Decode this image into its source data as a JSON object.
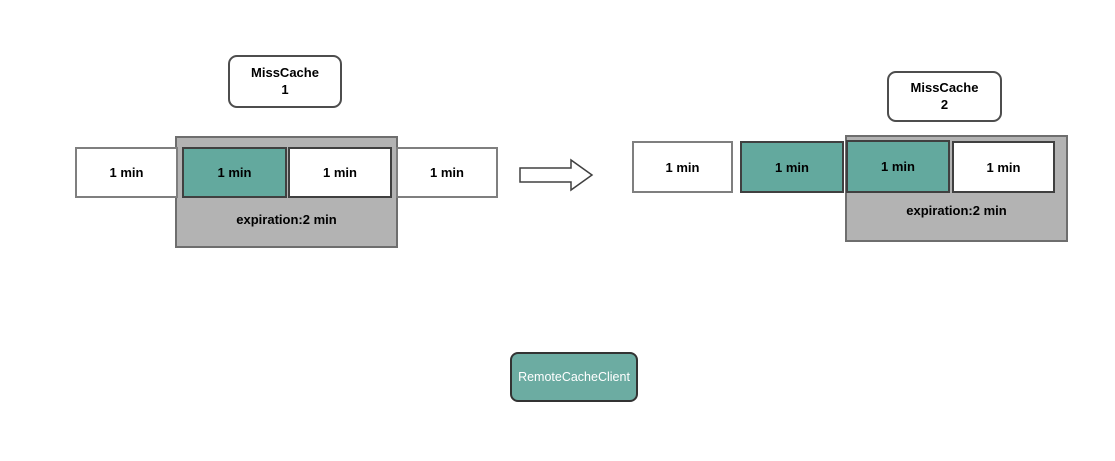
{
  "colors": {
    "teal_cell": "#63a99e",
    "client_fill": "#6caca2",
    "zone_fill": "#b3b3b3",
    "cell_border_dark": "#404040",
    "cell_border_gray": "#7f7f7f"
  },
  "left": {
    "title_line1": "MissCache",
    "title_line2": "1",
    "expiration": "expiration:2 min",
    "cells": [
      {
        "label": "1 min",
        "variant": "white",
        "in_zone": false
      },
      {
        "label": "1 min",
        "variant": "teal",
        "in_zone": true
      },
      {
        "label": "1 min",
        "variant": "white",
        "in_zone": true
      },
      {
        "label": "1 min",
        "variant": "white",
        "in_zone": false
      }
    ]
  },
  "right": {
    "title_line1": "MissCache",
    "title_line2": "2",
    "expiration": "expiration:2 min",
    "cells": [
      {
        "label": "1 min",
        "variant": "white",
        "in_zone": false
      },
      {
        "label": "1 min",
        "variant": "teal",
        "in_zone": false
      },
      {
        "label": "1 min",
        "variant": "teal",
        "in_zone": true
      },
      {
        "label": "1 min",
        "variant": "white",
        "in_zone": true
      }
    ]
  },
  "arrow": {
    "direction": "right"
  },
  "client": {
    "label": "RemoteCacheClient"
  }
}
